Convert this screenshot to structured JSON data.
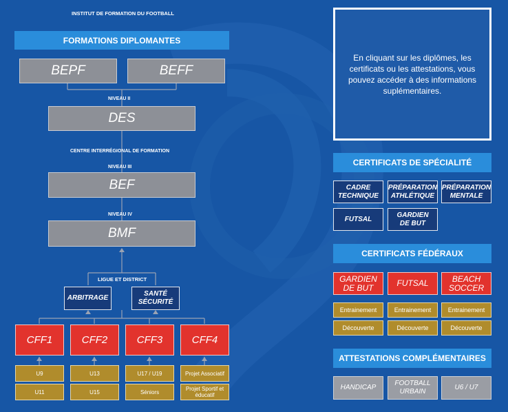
{
  "institute": "INSTITUT DE FORMATION DU FOOTBALL",
  "formations_header": "FORMATIONS DIPLOMANTES",
  "diplomas": {
    "bepf": "BEPF",
    "beff": "BEFF",
    "des": "DES",
    "bef": "BEF",
    "bmf": "BMF"
  },
  "levels": {
    "niveau_ii": "NIVEAU II",
    "centre": "CENTRE INTERRÉGIONAL DE FORMATION",
    "niveau_iii": "NIVEAU III",
    "niveau_iv": "NIVEAU IV",
    "ligue": "LIGUE ET DISTRICT"
  },
  "arbitrage": "ARBITRAGE",
  "sante": [
    "SANTÉ",
    "SÉCURITÉ"
  ],
  "cff": [
    {
      "label": "CFF1",
      "modules": [
        "U9",
        "U11"
      ]
    },
    {
      "label": "CFF2",
      "modules": [
        "U13",
        "U15"
      ]
    },
    {
      "label": "CFF3",
      "modules": [
        "U17 / U19",
        "Séniors"
      ]
    },
    {
      "label": "CFF4",
      "modules": [
        "Projet Associatif",
        "Projet Sportif et éducatif"
      ]
    }
  ],
  "info_text": "En cliquant sur les diplômes, les certificats ou les attestations, vous pouvez accéder à des informations suplémentaires.",
  "specialite": {
    "header": "CERTIFICATS DE SPÉCIALITÉ",
    "items": [
      [
        "CADRE",
        "TECHNIQUE"
      ],
      [
        "PRÉPARATION",
        "ATHLÉTIQUE"
      ],
      [
        "PRÉPARATION",
        "MENTALE"
      ],
      [
        "FUTSAL"
      ],
      [
        "GARDIEN",
        "DE BUT"
      ]
    ]
  },
  "federaux": {
    "header": "CERTIFICATS FÉDÉRAUX",
    "items": [
      {
        "label": [
          "GARDIEN",
          "DE BUT"
        ],
        "levels": [
          "Entrainement",
          "Découverte"
        ]
      },
      {
        "label": [
          "FUTSAL"
        ],
        "levels": [
          "Entrainement",
          "Découverte"
        ]
      },
      {
        "label": [
          "BEACH",
          "SOCCER"
        ],
        "levels": [
          "Entrainement",
          "Découverte"
        ]
      }
    ]
  },
  "attestations": {
    "header": "ATTESTATIONS COMPLÉMENTAIRES",
    "items": [
      [
        "HANDICAP"
      ],
      [
        "FOOTBALL",
        "URBAIN"
      ],
      [
        "U6 / U7"
      ]
    ]
  },
  "colors": {
    "background": "#1756a5",
    "header_bar": "#2a8ddb",
    "diploma_gray": "#8d9097",
    "navy": "#173b7a",
    "red": "#e2332d",
    "gold": "#b08c2c"
  }
}
